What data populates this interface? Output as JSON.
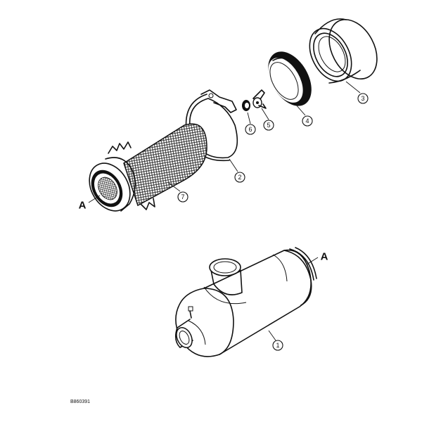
{
  "callouts": {
    "c1": "1",
    "c2": "2",
    "c3": "3",
    "c4": "4",
    "c5": "5",
    "c6": "6",
    "c7": "7"
  },
  "letters": {
    "a_filter": "A",
    "a_housing": "A"
  },
  "drawing_code": "B860391"
}
